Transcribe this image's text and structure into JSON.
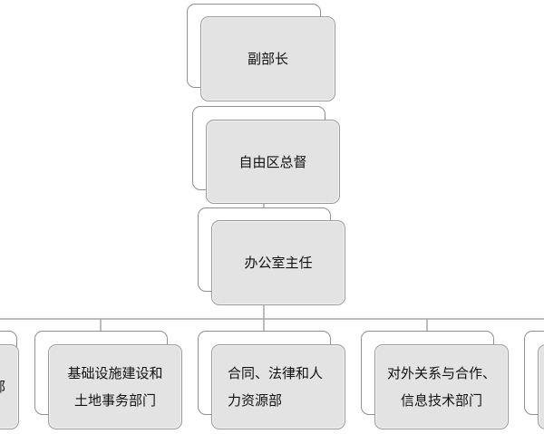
{
  "diagram": {
    "title": "",
    "colors": {
      "line": "#a6a6a6",
      "box_fill": "#e3e3e3",
      "box_border": "#9a9a9a",
      "back_border": "#8f8f8f"
    },
    "nodes": {
      "deputy_minister": "副部长",
      "governor": "自由区总督",
      "office_director": "办公室主任",
      "dept_partial_left": "部",
      "dept_infrastructure": "基础设施建设和\n土地事务部门",
      "dept_legal": "合同、法律和人\n力资源部",
      "dept_foreign": "对外关系与合作、\n信息技术部门",
      "dept_partial_right": ""
    }
  }
}
